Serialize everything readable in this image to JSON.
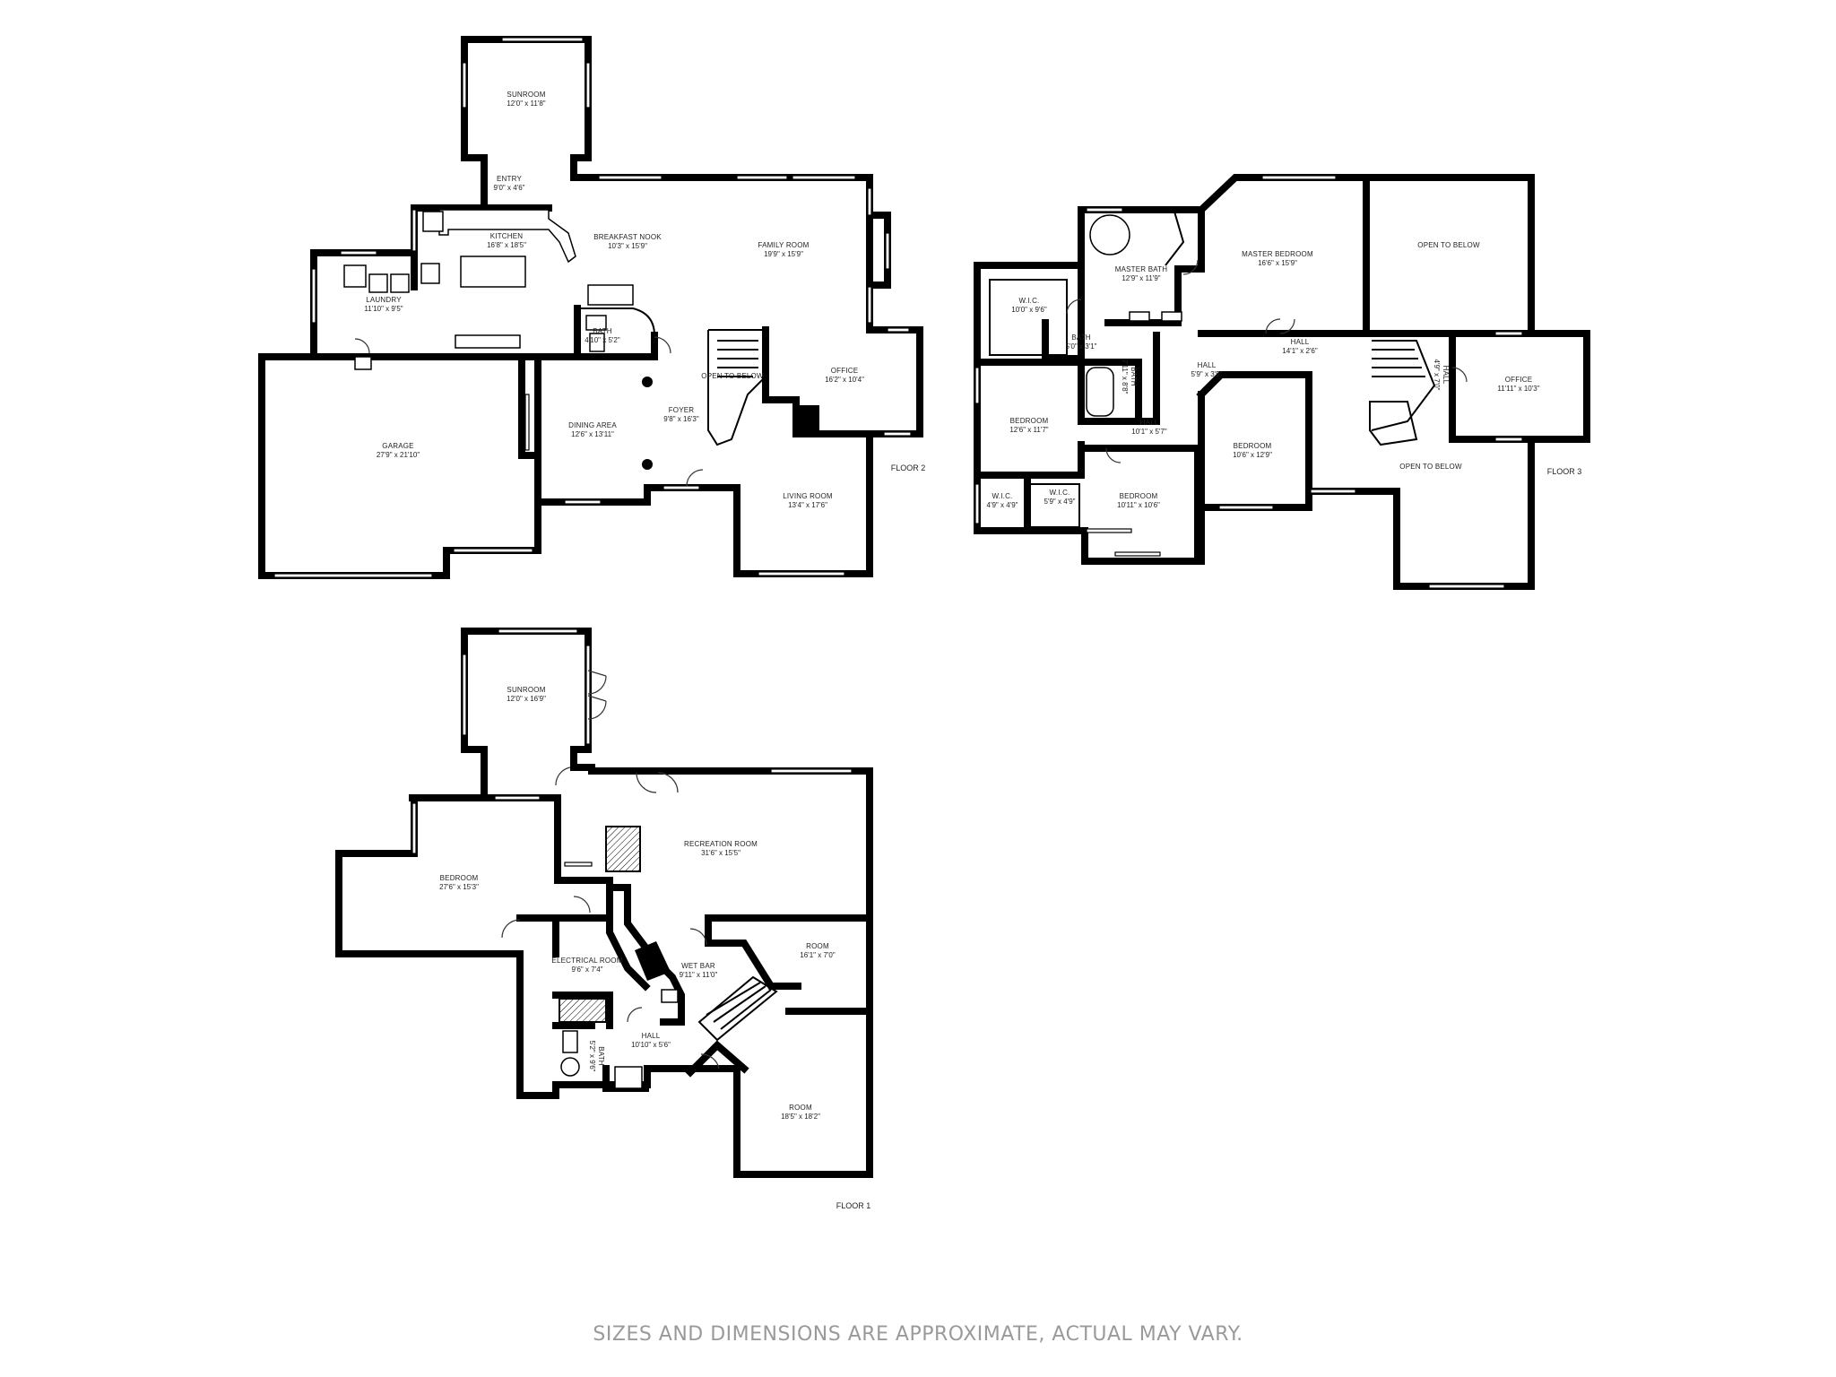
{
  "floors": {
    "floor2": {
      "label": "FLOOR 2",
      "rooms": [
        {
          "name": "SUNROOM",
          "dims": "12'0\" x 11'8\""
        },
        {
          "name": "ENTRY",
          "dims": "9'0\" x 4'6\""
        },
        {
          "name": "KITCHEN",
          "dims": "16'8\" x 18'5\""
        },
        {
          "name": "BREAKFAST NOOK",
          "dims": "10'3\" x 15'9\""
        },
        {
          "name": "FAMILY ROOM",
          "dims": "19'9\" x 15'9\""
        },
        {
          "name": "LAUNDRY",
          "dims": "11'10\" x 9'5\""
        },
        {
          "name": "BATH",
          "dims": "4'10\" x 5'2\""
        },
        {
          "name": "OPEN TO BELOW",
          "dims": ""
        },
        {
          "name": "OFFICE",
          "dims": "16'2\" x 10'4\""
        },
        {
          "name": "GARAGE",
          "dims": "27'9\" x 21'10\""
        },
        {
          "name": "FOYER",
          "dims": "9'8\" x 16'3\""
        },
        {
          "name": "DINING AREA",
          "dims": "12'6\" x 13'11\""
        },
        {
          "name": "LIVING ROOM",
          "dims": "13'4\" x 17'6\""
        }
      ]
    },
    "floor3": {
      "label": "FLOOR 3",
      "rooms": [
        {
          "name": "MASTER BATH",
          "dims": "12'9\" x 11'9\""
        },
        {
          "name": "MASTER BEDROOM",
          "dims": "16'6\" x 15'9\""
        },
        {
          "name": "OPEN TO BELOW",
          "dims": ""
        },
        {
          "name": "W.I.C.",
          "dims": "10'0\" x 9'6\""
        },
        {
          "name": "BATH",
          "dims": "5'0\" x 3'1\""
        },
        {
          "name": "BATH",
          "dims": "7'11\" x 8'8\""
        },
        {
          "name": "HALL",
          "dims": "5'9\" x 3'5\""
        },
        {
          "name": "HALL",
          "dims": "14'1\" x 2'6\""
        },
        {
          "name": "HALL",
          "dims": "4'9\" x 7'0\""
        },
        {
          "name": "OFFICE",
          "dims": "11'11\" x 10'3\""
        },
        {
          "name": "BEDROOM",
          "dims": "12'6\" x 11'7\""
        },
        {
          "name": "HALL",
          "dims": "10'1\" x 5'7\""
        },
        {
          "name": "BEDROOM",
          "dims": "10'6\" x 12'9\""
        },
        {
          "name": "OPEN TO BELOW",
          "dims": ""
        },
        {
          "name": "W.I.C.",
          "dims": "4'9\" x 4'9\""
        },
        {
          "name": "W.I.C.",
          "dims": "5'9\" x 4'9\""
        },
        {
          "name": "BEDROOM",
          "dims": "10'11\" x 10'6\""
        }
      ]
    },
    "floor1": {
      "label": "FLOOR 1",
      "rooms": [
        {
          "name": "SUNROOM",
          "dims": "12'0\" x 16'9\""
        },
        {
          "name": "RECREATION ROOM",
          "dims": "31'6\" x 15'5\""
        },
        {
          "name": "BEDROOM",
          "dims": "27'6\" x 15'3\""
        },
        {
          "name": "ROOM",
          "dims": "16'1\" x 7'0\""
        },
        {
          "name": "ELECTRICAL ROOM",
          "dims": "9'6\" x 7'4\""
        },
        {
          "name": "WET BAR",
          "dims": "9'11\" x 11'0\""
        },
        {
          "name": "HALL",
          "dims": "10'10\" x 5'6\""
        },
        {
          "name": "BATH",
          "dims": "5'2\" x 9'6\""
        },
        {
          "name": "ROOM",
          "dims": "18'5\" x 18'2\""
        }
      ]
    }
  },
  "disclaimer": "SIZES AND DIMENSIONS ARE APPROXIMATE, ACTUAL MAY VARY."
}
